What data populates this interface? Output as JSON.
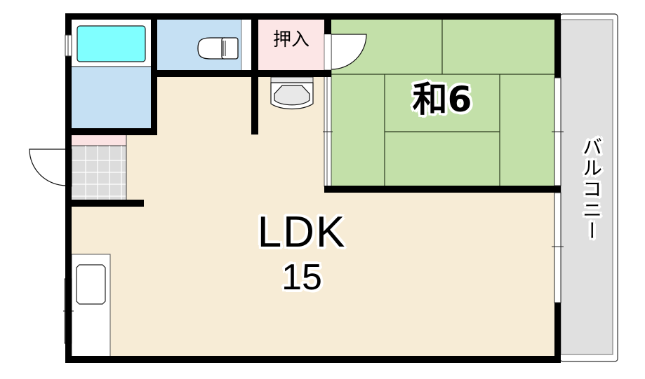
{
  "floor_plan": {
    "rooms": {
      "ldk": {
        "name": "LDK",
        "size": "15"
      },
      "washitsu": {
        "name": "和6",
        "kanji": "和",
        "size": "6"
      },
      "oshiire": {
        "name": "押入"
      },
      "balcony": {
        "name": "バルコニー"
      },
      "bathroom": {
        "name": ""
      },
      "toilet": {
        "name": ""
      },
      "genkan": {
        "name": ""
      }
    },
    "colors": {
      "wall": "#000000",
      "ldk_floor": "#f7ecd6",
      "washitsu_floor": "#c3e0a9",
      "tatami_line": "#2b3a1f",
      "oshiire_floor": "#fce6e6",
      "bath_floor": "#c5e0f3",
      "bathtub": "#80ffff",
      "toilet_floor": "#c5e0f3",
      "genkan_tile": "#dcdcdc",
      "genkan_step": "#fbe3e3",
      "balcony_floor": "#e0e0e0",
      "fixture": "#ffffff",
      "washbasin": "#e8e8e8"
    }
  }
}
